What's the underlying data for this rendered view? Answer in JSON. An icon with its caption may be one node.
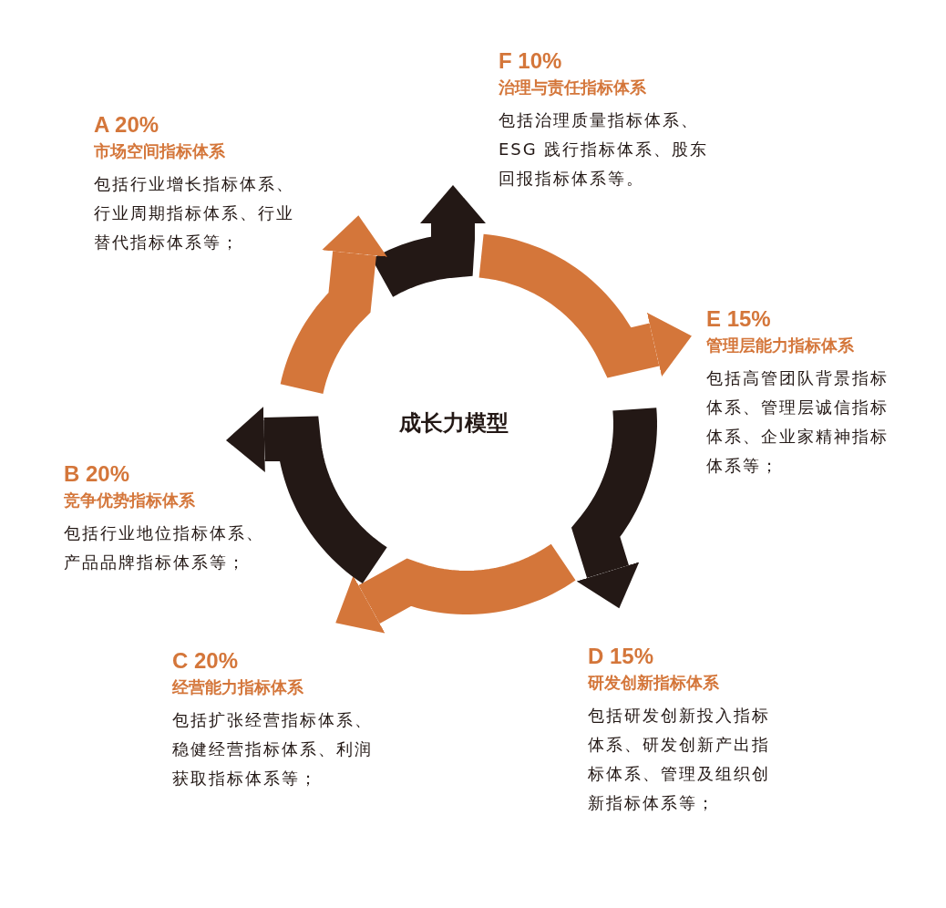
{
  "diagram": {
    "nodes": [
      {
        "text": [
          "F 10%",
          "治理与责任指标体系",
          "包括治理质量指标体系、ESG 践行指标体系、股东回报指标体系等。"
        ]
      },
      {
        "text": [
          "A 20%",
          "市场空间指标体系",
          "包括行业增长指标体系、行业周期指标体系、行业替代指标体系等；"
        ]
      },
      {
        "text": [
          "E 15%",
          "管理层能力指标体系",
          "包括高管团队背景指标体系、管理层诚信指标体系、企业家精神指标体系等；"
        ]
      },
      {
        "text": [
          "成长力模型"
        ]
      },
      {
        "text": [
          "B 20%",
          "竞争优势指标体系",
          "包括行业地位指标体系、产品品牌指标体系等；"
        ]
      },
      {
        "text": [
          "D 15%",
          "研发创新指标体系",
          "包括研发创新投入指标体系、研发创新产出指标体系、管理及组织创新指标体系等；"
        ]
      },
      {
        "text": [
          "C 20%",
          "经营能力指标体系",
          "包括扩张经营指标体系、稳健经营指标体系、利润获取指标体系等；"
        ]
      }
    ],
    "edges": [
      {
        "from": null,
        "to": 0,
        "arrow": "to",
        "color": "#231815"
      },
      {
        "from": null,
        "to": 2,
        "arrow": "to",
        "color": "#d4763a"
      },
      {
        "from": null,
        "to": 5,
        "arrow": "to",
        "color": "#231815"
      },
      {
        "from": null,
        "to": 6,
        "arrow": "to",
        "color": "#d4763a"
      },
      {
        "from": null,
        "to": 4,
        "arrow": "to",
        "color": "#231815"
      },
      {
        "from": null,
        "to": 1,
        "arrow": "to",
        "color": "#d4763a"
      }
    ]
  }
}
